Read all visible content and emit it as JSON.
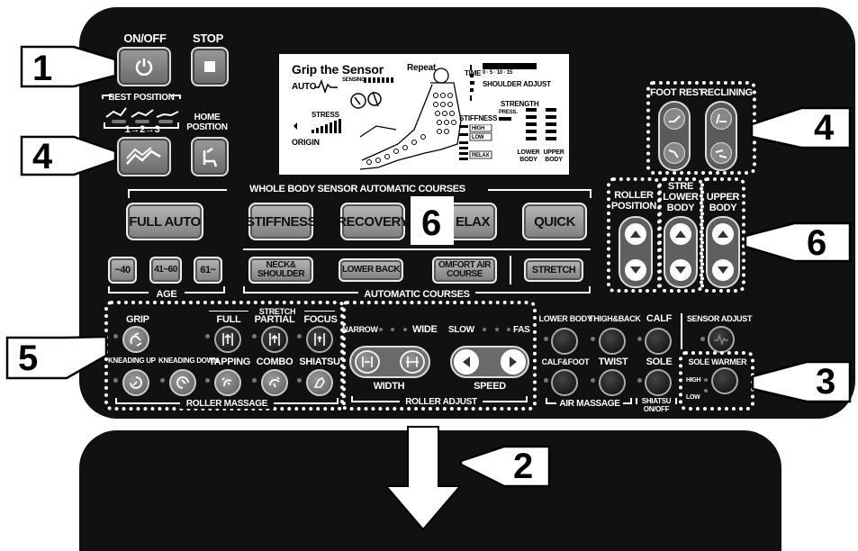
{
  "top_controls": {
    "on_off_label": "ON/OFF",
    "stop_label": "STOP",
    "best_position_label": "BEST POSITION",
    "best_position_steps": "1→2→3",
    "home_position_label": [
      "HOME",
      "POSITION"
    ]
  },
  "lcd": {
    "title": "Grip the Sensor",
    "repeat": "Repeat",
    "auto": "AUTO",
    "sensing": "SENSING",
    "time_label": "TIME",
    "time_scale": "0 · 5 · 10 · 15",
    "shoulder_adjust": "SHOULDER ADJUST",
    "stress": "STRESS",
    "origin": "ORIGIN",
    "strength": "STRENGTH",
    "stiffness": "STIFFNESS",
    "high": "HIGH",
    "low": "LOW",
    "relax": "RELAX",
    "press": "PRESS.",
    "lower_body": [
      "LOWER",
      "BODY"
    ],
    "upper_body": [
      "UPPER",
      "BODY"
    ]
  },
  "whole_body": {
    "header": "WHOLE BODY SENSOR AUTOMATIC COURSES",
    "buttons": [
      "FULL AUTO",
      "STIFFNESS",
      "RECOVERY",
      "ELAX",
      "QUICK"
    ]
  },
  "age": {
    "label": "AGE",
    "buttons": [
      "~40",
      "41~60",
      "61~"
    ]
  },
  "auto_courses": {
    "label": "AUTOMATIC COURSES",
    "neck_shoulder": [
      "NECK&",
      "SHOULDER"
    ],
    "lower_back": "LOWER BACK",
    "comfort_air": [
      "OMFORT AIR",
      "COURSE"
    ],
    "stretch": "STRETCH"
  },
  "right_controls": {
    "foot_rest": "FOOT REST",
    "reclining": "RECLINING",
    "roller_position": [
      "ROLLER",
      "POSITION"
    ],
    "lower_body": [
      "LOWER",
      "BODY"
    ],
    "upper_body": [
      "UPPER",
      "BODY"
    ],
    "stretch_partial": "STRE"
  },
  "roller_massage": {
    "label": "ROLLER MASSAGE",
    "stretch_header": "STRETCH",
    "row1": [
      "GRIP",
      "FULL",
      "PARTIAL",
      "FOCUS"
    ],
    "row2": [
      "KNEADING UP",
      "KNEADING DOWN",
      "TAPPING",
      "COMBO",
      "SHIATSU"
    ]
  },
  "roller_adjust": {
    "label": "ROLLER ADJUST",
    "narrow": "NARROW",
    "wide": "WIDE",
    "slow": "SLOW",
    "fast": "FAS",
    "width": "WIDTH",
    "speed": "SPEED"
  },
  "air_massage": {
    "label": "AIR MASSAGE",
    "row1": [
      "LOWER BODY",
      "THIGH&BACK",
      "CALF"
    ],
    "row2": [
      "CALF&FOOT",
      "TWIST",
      "SOLE"
    ],
    "shiatsu_onoff": [
      "SHIATSU",
      "ON/OFF"
    ]
  },
  "sensor_adjust": "SENSOR ADJUST",
  "sole_warmer": {
    "label": "SOLE WARMER",
    "high": "HIGH",
    "low": "LOW"
  },
  "callouts": {
    "c1": "1",
    "c2": "2",
    "c3": "3",
    "c4_left": "4",
    "c4_right": "4",
    "c5": "5",
    "c6_center": "6",
    "c6_right": "6"
  },
  "colors": {
    "panel": "#111111",
    "button_grey": "#8a8a8a",
    "callout_fill": "#ffffff"
  }
}
